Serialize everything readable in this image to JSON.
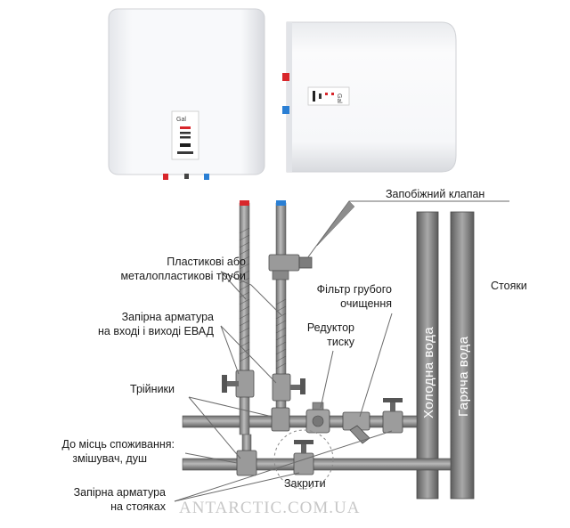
{
  "heaters": {
    "front_brand": "Gal",
    "side_brand": "Gal"
  },
  "labels": {
    "safety_valve": "Запобіжний клапан",
    "plastic_pipes_1": "Пластикові або",
    "plastic_pipes_2": "металопластикові труби",
    "shutoff_evad_1": "Запірна арматура",
    "shutoff_evad_2": "на вході і виході ЕВАД",
    "tees": "Трійники",
    "consumption_1": "До місць споживання:",
    "consumption_2": "змішувач, душ",
    "shutoff_risers_1": "Запірна арматура",
    "shutoff_risers_2": "на стояках",
    "coarse_filter_1": "Фільтр грубого",
    "coarse_filter_2": "очищення",
    "pressure_reducer_1": "Редуктор",
    "pressure_reducer_2": "тиску",
    "risers": "Стояки",
    "cold_water": "Холодна вода",
    "hot_water": "Гаряча вода",
    "closed": "Закрити"
  },
  "watermark": "ANTARCTIC.COM.UA",
  "colors": {
    "hot_accent": "#d8262b",
    "cold_accent": "#2a7fd4",
    "pipe": "#8e8e8e",
    "pipe_dark": "#5c5c5c",
    "riser": "#7a7a7a"
  }
}
